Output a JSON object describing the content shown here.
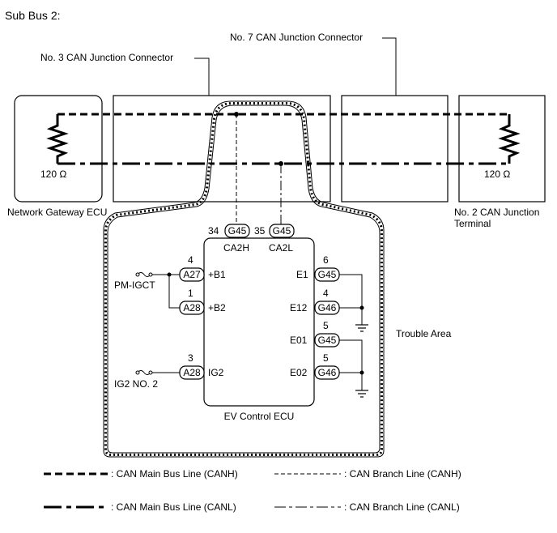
{
  "title": "Sub Bus 2:",
  "components": {
    "no3_connector": "No. 3 CAN Junction Connector",
    "no7_connector": "No. 7 CAN Junction Connector",
    "gateway_ecu": "Network Gateway ECU",
    "junction_terminal_line1": "No. 2 CAN Junction",
    "junction_terminal_line2": "Terminal",
    "resistor_left": "120 Ω",
    "resistor_right": "120 Ω",
    "ev_ecu": "EV Control ECU",
    "trouble_area": "Trouble Area"
  },
  "top_pins": [
    {
      "num": "34",
      "conn": "G45",
      "name": "CA2H"
    },
    {
      "num": "35",
      "conn": "G45",
      "name": "CA2L"
    }
  ],
  "left_pins": [
    {
      "num": "4",
      "conn": "A27",
      "name": "+B1"
    },
    {
      "num": "1",
      "conn": "A28",
      "name": "+B2"
    },
    {
      "num": "3",
      "conn": "A28",
      "name": "IG2"
    }
  ],
  "right_pins": [
    {
      "num": "6",
      "conn": "G45",
      "name": "E1"
    },
    {
      "num": "4",
      "conn": "G46",
      "name": "E12"
    },
    {
      "num": "5",
      "conn": "G45",
      "name": "E01"
    },
    {
      "num": "5",
      "conn": "G46",
      "name": "E02"
    }
  ],
  "fuses": [
    "PM-IGCT",
    "IG2 NO. 2"
  ],
  "legend": {
    "main_canh": ": CAN Main Bus Line (CANH)",
    "branch_canh": ": CAN Branch Line (CANH)",
    "main_canl": ": CAN Main Bus Line (CANL)",
    "branch_canl": ": CAN Branch Line (CANL)"
  }
}
